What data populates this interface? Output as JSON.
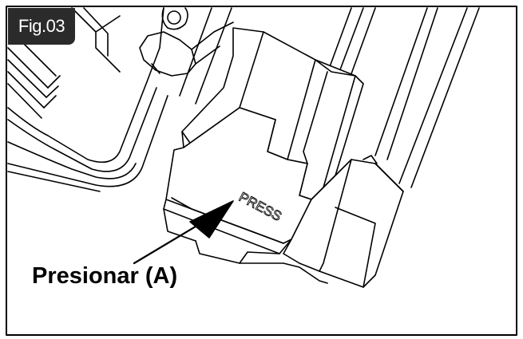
{
  "figure": {
    "tag": "Fig.03",
    "press_label": "PRESS",
    "callout_label": "Presionar (A)"
  },
  "colors": {
    "line": "#000000",
    "tag_background": "#2b2b2b",
    "background": "#ffffff"
  }
}
